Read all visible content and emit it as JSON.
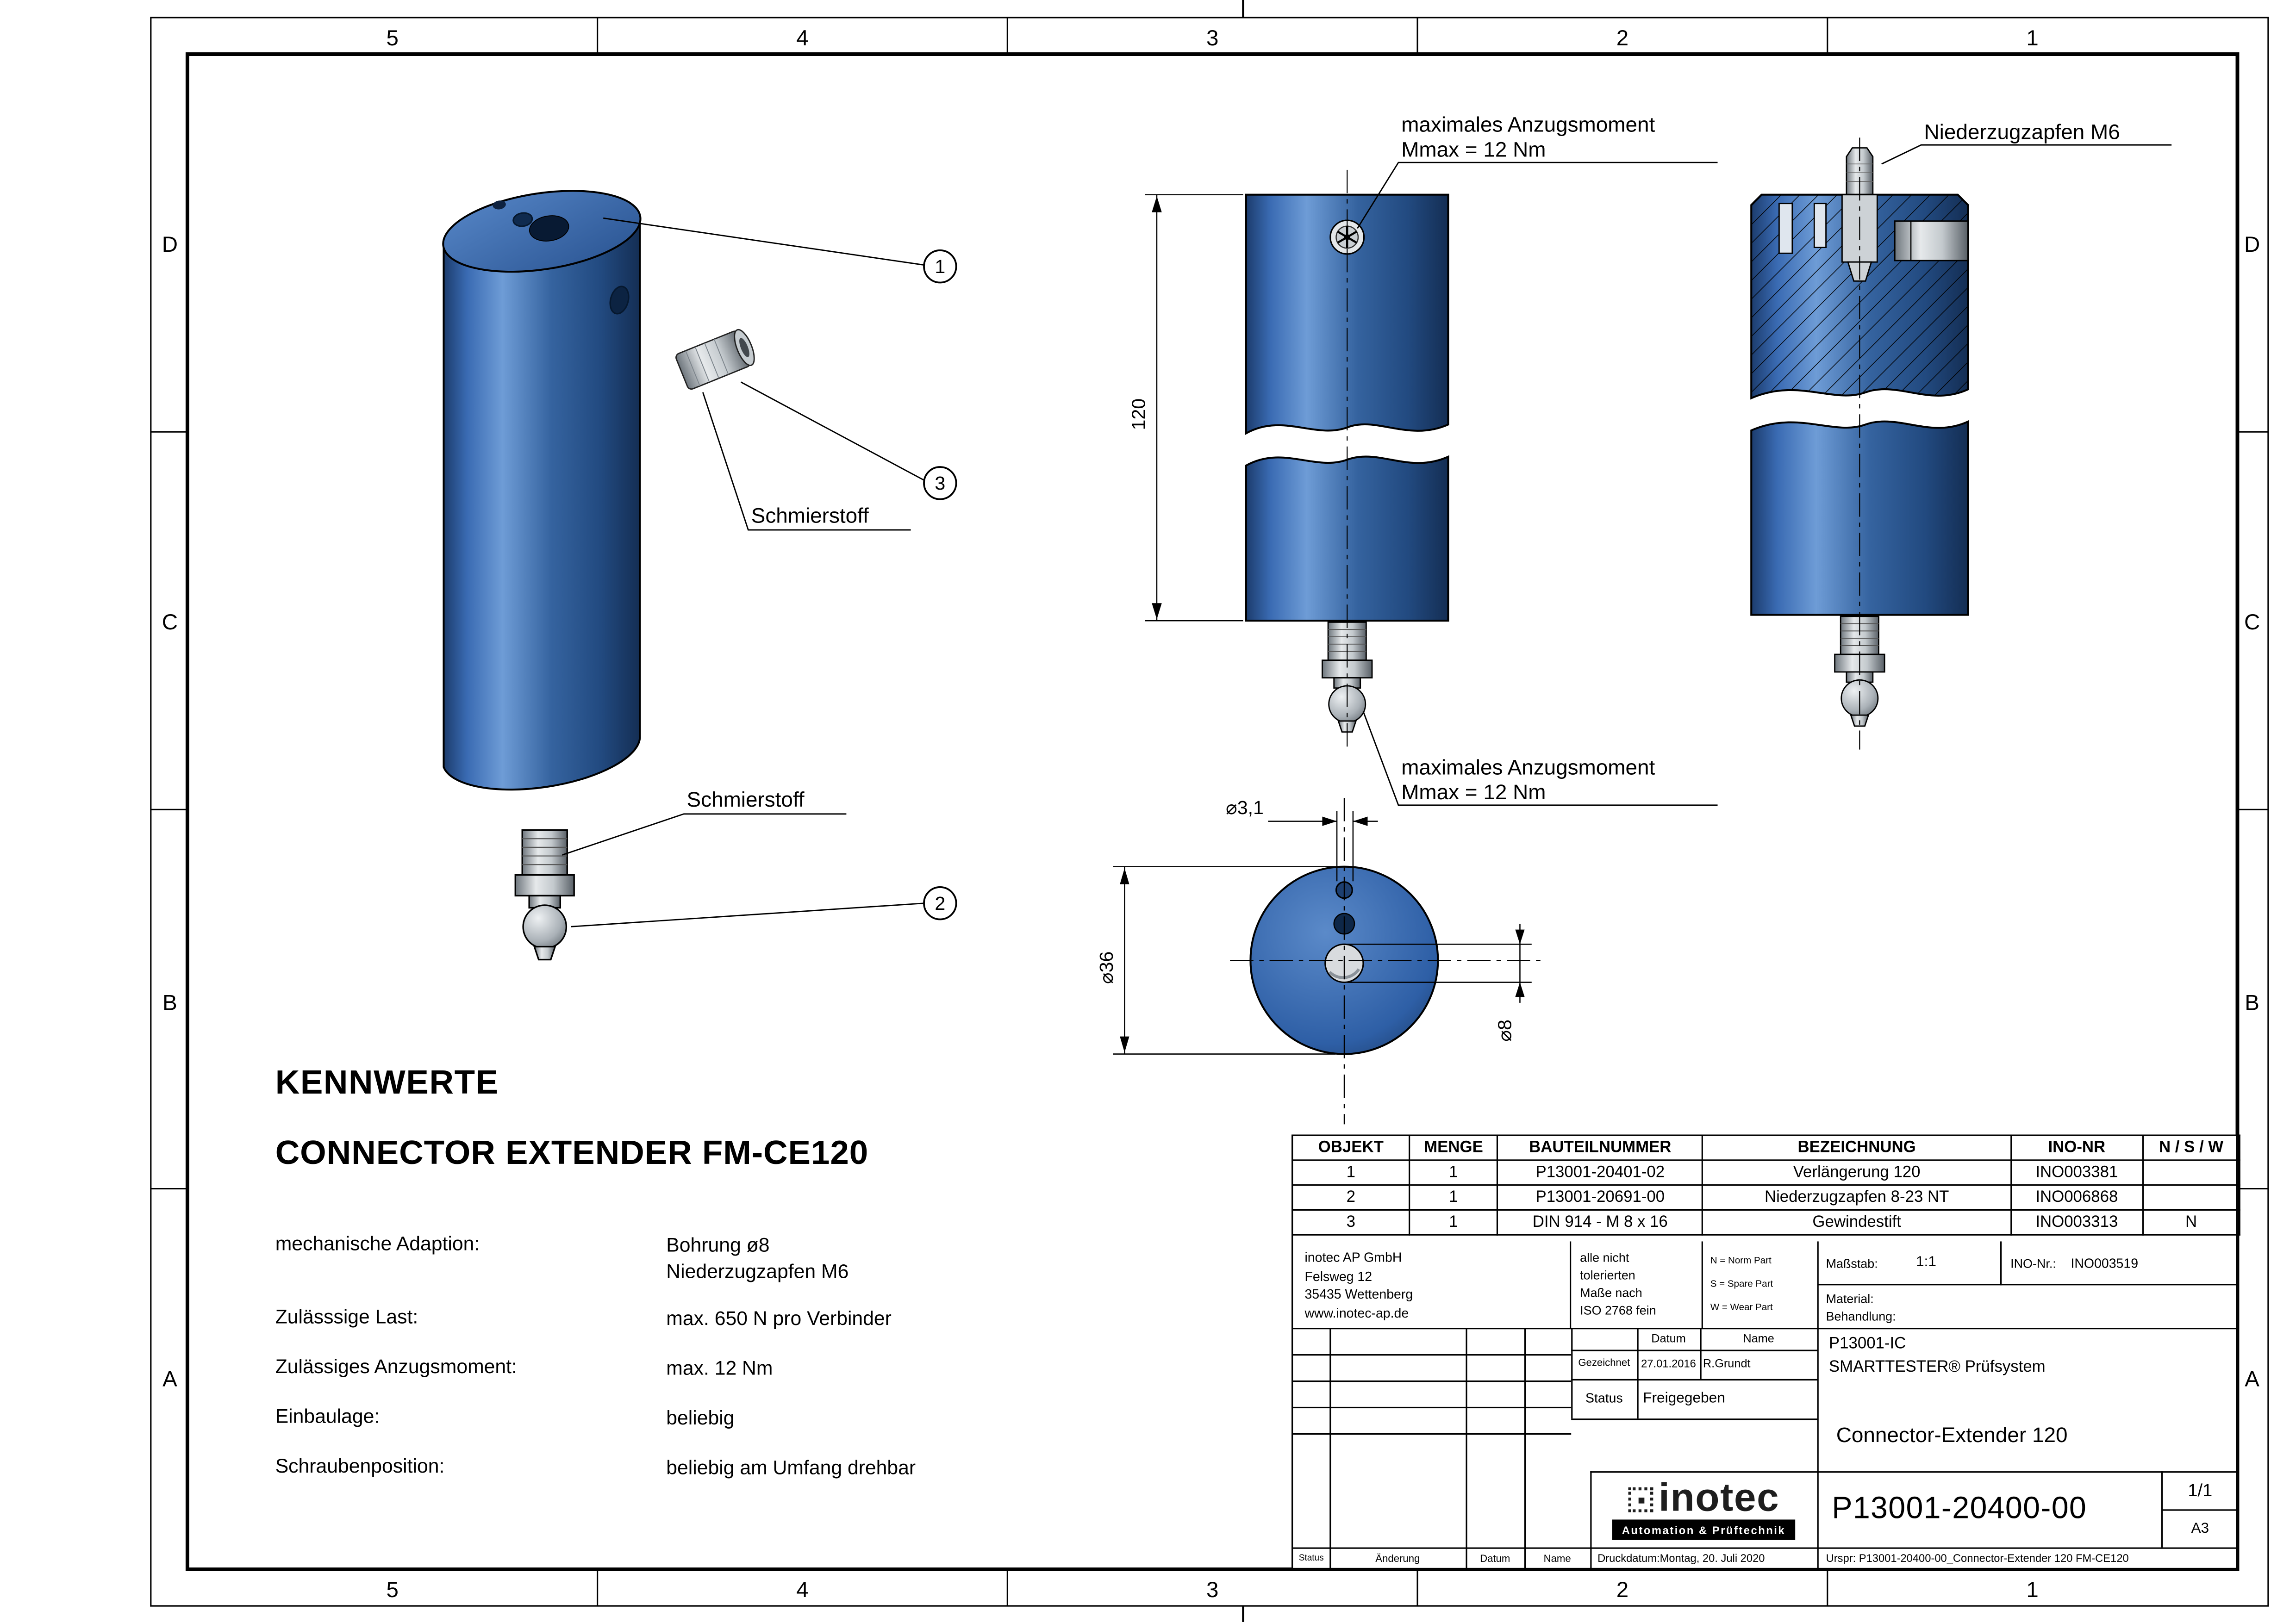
{
  "sheet": {
    "grid_columns": [
      "5",
      "4",
      "3",
      "2",
      "1"
    ],
    "grid_rows": [
      "D",
      "C",
      "B",
      "A"
    ]
  },
  "annotations": {
    "torque_top": {
      "line1": "maximales Anzugsmoment",
      "line2": "Mmax = 12 Nm"
    },
    "torque_bottom": {
      "line1": "maximales Anzugsmoment",
      "line2": "Mmax = 12 Nm"
    },
    "niederzugzapfen_label": "Niederzugzapfen M6",
    "schmierstoff_upper": "Schmierstoff",
    "schmierstoff_lower": "Schmierstoff",
    "balloon_1": "1",
    "balloon_2": "2",
    "balloon_3": "3"
  },
  "dimensions": {
    "length": "120",
    "dia_small": "⌀3,1",
    "dia_outer": "⌀36",
    "dia_bore": "⌀8"
  },
  "kennwerte": {
    "title": "KENNWERTE",
    "subtitle": "CONNECTOR EXTENDER FM-CE120",
    "rows": [
      {
        "label": "mechanische Adaption:",
        "value": "Bohrung ø8",
        "value2": "Niederzugzapfen M6"
      },
      {
        "label": "Zulässsige Last:",
        "value": "max. 650 N pro Verbinder",
        "value2": ""
      },
      {
        "label": "Zulässiges Anzugsmoment:",
        "value": "max. 12 Nm",
        "value2": ""
      },
      {
        "label": "Einbaulage:",
        "value": "beliebig",
        "value2": ""
      },
      {
        "label": "Schraubenposition:",
        "value": "beliebig am Umfang drehbar",
        "value2": ""
      }
    ]
  },
  "parts_table": {
    "headers": [
      "OBJEKT",
      "MENGE",
      "BAUTEILNUMMER",
      "BEZEICHNUNG",
      "INO-NR",
      "N / S / W"
    ],
    "rows": [
      {
        "objekt": "1",
        "menge": "1",
        "bauteilnummer": "P13001-20401-02",
        "bezeichnung": "Verlängerung 120",
        "ino_nr": "INO003381",
        "nsw": ""
      },
      {
        "objekt": "2",
        "menge": "1",
        "bauteilnummer": "P13001-20691-00",
        "bezeichnung": "Niederzugzapfen 8-23 NT",
        "ino_nr": "INO006868",
        "nsw": ""
      },
      {
        "objekt": "3",
        "menge": "1",
        "bauteilnummer": "DIN 914 - M 8 x 16",
        "bezeichnung": "Gewindestift",
        "ino_nr": "INO003313",
        "nsw": "N"
      }
    ]
  },
  "title_block": {
    "company": {
      "name": "inotec AP GmbH",
      "street": "Felsweg 12",
      "city": "35435 Wettenberg",
      "web": "www.inotec-ap.de"
    },
    "tolerance": {
      "line1": "alle nicht",
      "line2": "tolerierten",
      "line3": "Maße nach",
      "line4": "ISO 2768 fein"
    },
    "legend": {
      "n": "N = Norm Part",
      "s": "S = Spare Part",
      "w": "W = Wear Part"
    },
    "masstab_label": "Maßstab:",
    "masstab_value": "1:1",
    "ino_label": "INO-Nr.:",
    "ino_value": "INO003519",
    "material_label": "Material:",
    "behandlung_label": "Behandlung:",
    "col_datum": "Datum",
    "col_name": "Name",
    "gezeichnet_label": "Gezeichnet",
    "gezeichnet_datum": "27.01.2016",
    "gezeichnet_name": "R.Grundt",
    "status_label": "Status",
    "status_value": "Freigegeben",
    "project_code": "P13001-IC",
    "system_name": "SMARTTESTER® Prüfsystem",
    "part_title": "Connector-Extender 120",
    "logo_text": "inotec",
    "logo_subtitle": "Automation & Prüftechnik",
    "drawing_number": "P13001-20400-00",
    "sheet_number": "1/1",
    "paper_format": "A3",
    "footer": {
      "status": "Status",
      "aenderung": "Änderung",
      "datum": "Datum",
      "name": "Name",
      "druckdatum": "Druckdatum:Montag, 20. Juli 2020",
      "urspr": "Urspr: P13001-20400-00_Connector-Extender 120 FM-CE120"
    }
  },
  "colors": {
    "part_blue": "#2e5fa6",
    "part_blue_dark": "#16304f",
    "metal_gray": "#b9bfc4",
    "line_black": "#000000"
  }
}
